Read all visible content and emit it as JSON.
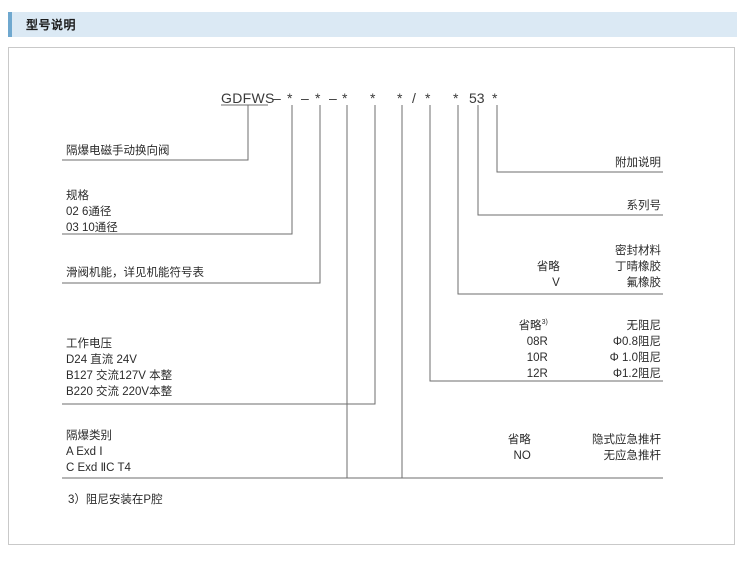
{
  "header": {
    "title": "型号说明"
  },
  "model_code": {
    "brand": "GDFWS",
    "tokens": [
      "–",
      "*",
      "–",
      "*",
      "–",
      "*",
      "*",
      "*",
      "/",
      "*",
      "*",
      "53",
      "*"
    ]
  },
  "left_labels": [
    {
      "name": "product-type",
      "lines": [
        "隔爆电磁手动换向阀"
      ]
    },
    {
      "name": "specification",
      "lines": [
        "规格",
        "02  6通径",
        "03  10通径"
      ]
    },
    {
      "name": "spool-function",
      "lines": [
        "滑阀机能，详见机能符号表"
      ]
    },
    {
      "name": "working-voltage",
      "lines": [
        "工作电压",
        "D24      直流 24V",
        "B127   交流127V 本整",
        "B220   交流 220V本整"
      ]
    },
    {
      "name": "explosion-proof-class",
      "lines": [
        "隔爆类别",
        "A    Exd Ⅰ",
        "C    Exd ⅡC T4"
      ]
    }
  ],
  "right_labels": [
    {
      "name": "additional-note",
      "lines": [
        "附加说明"
      ]
    },
    {
      "name": "series-number",
      "lines": [
        "系列号"
      ]
    },
    {
      "name": "seal-material",
      "title": "密封材料",
      "rows": [
        {
          "code": "省略",
          "desc": "丁晴橡胶"
        },
        {
          "code": "V",
          "desc": "氟橡胶"
        }
      ]
    },
    {
      "name": "damping",
      "rows": [
        {
          "code": "省略",
          "sup": "3)",
          "desc": "无阻尼"
        },
        {
          "code": "08R",
          "sup": "",
          "desc": "Φ0.8阻尼"
        },
        {
          "code": "10R",
          "sup": "",
          "desc": "Φ 1.0阻尼"
        },
        {
          "code": "12R",
          "sup": "",
          "desc": "Φ1.2阻尼"
        }
      ]
    },
    {
      "name": "emergency-push-rod",
      "rows": [
        {
          "code": "省略",
          "desc": "隐式应急推杆"
        },
        {
          "code": "NO",
          "desc": "无应急推杆"
        }
      ]
    }
  ],
  "footnote": {
    "text": "3）阻尼安装在P腔"
  },
  "colors": {
    "header_bg": "#dbe9f4",
    "header_accent": "#6fa8cf",
    "frame_border": "#c9c9c9",
    "line": "#6e6e6e",
    "text": "#2b2b2b"
  }
}
